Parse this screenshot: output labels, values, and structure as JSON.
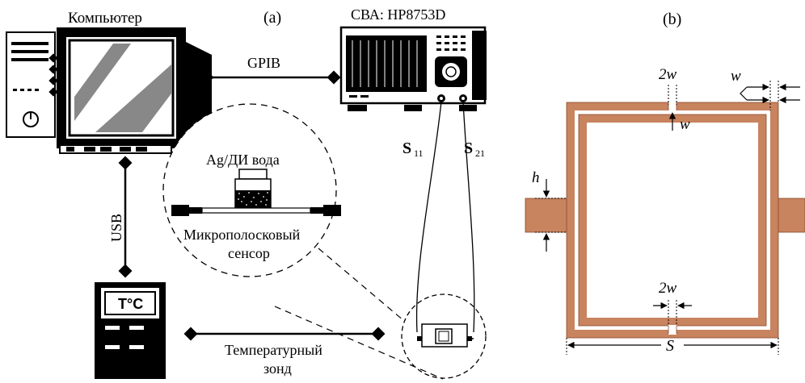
{
  "panel_a": {
    "label": "(a)",
    "computer_label": "Компьютер",
    "vna_label": "СВА: HP8753D",
    "gpib_label": "GPIB",
    "usb_label": "USB",
    "s11_label": "S",
    "s11_sub": "11",
    "s21_label": "S",
    "s21_sub": "21",
    "sample_label": "Ag/ДИ вода",
    "sensor_label_1": "Микрополосковый",
    "sensor_label_2": "сенсор",
    "probe_label_1": "Температурный",
    "probe_label_2": "зонд",
    "thermo_display": "T°C"
  },
  "panel_b": {
    "label": "(b)",
    "dim_2w_top": "2w",
    "dim_w_gap": "w",
    "dim_w_width": "w",
    "dim_h": "h",
    "dim_2w_bottom": "2w",
    "dim_s": "S"
  },
  "colors": {
    "copper": "#c8835f",
    "copper_dark": "#8a4a2a"
  }
}
